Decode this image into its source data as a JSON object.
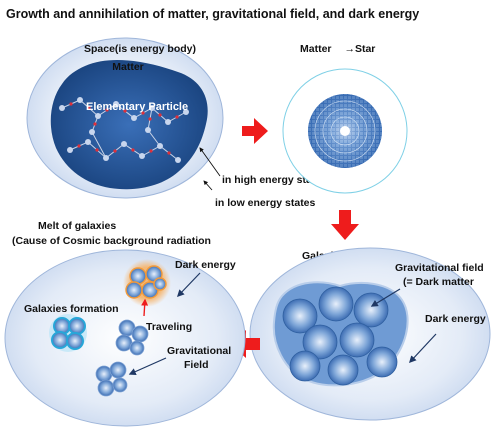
{
  "title": "Growth and annihilation of matter, gravitational field, and dark energy",
  "panel1": {
    "space_label": "Space(is energy body)",
    "matter_label": "Matter",
    "particle_label": "Elementary  Particle",
    "high_energy_label": "in high energy states",
    "low_energy_label": "in low energy states"
  },
  "panel2": {
    "matter_label": "Matter",
    "arrow_glyph": "→",
    "star_label": "Star"
  },
  "panel3": {
    "galaxies_label": "Galaxies",
    "gravitational_field_label": "Gravitational field",
    "dark_matter_label": "(= Dark matter",
    "dark_energy_label": "Dark energy"
  },
  "panel4": {
    "melt_label": "Melt of galaxies",
    "cmb_label": "(Cause of Cosmic background radiation",
    "dark_energy_label": "Dark energy",
    "formation_label": "Galaxies formation",
    "traveling_label": "Traveling",
    "gravitational_label": "Gravitational",
    "field_label": "Field"
  },
  "colors": {
    "space_fill": "#d9e4f5",
    "matter_fill": "#1f4e8c",
    "flow_arrow": "#ee1c1c",
    "callout_arrow": "#1f3864",
    "star_outline": "#7fd0e6"
  }
}
